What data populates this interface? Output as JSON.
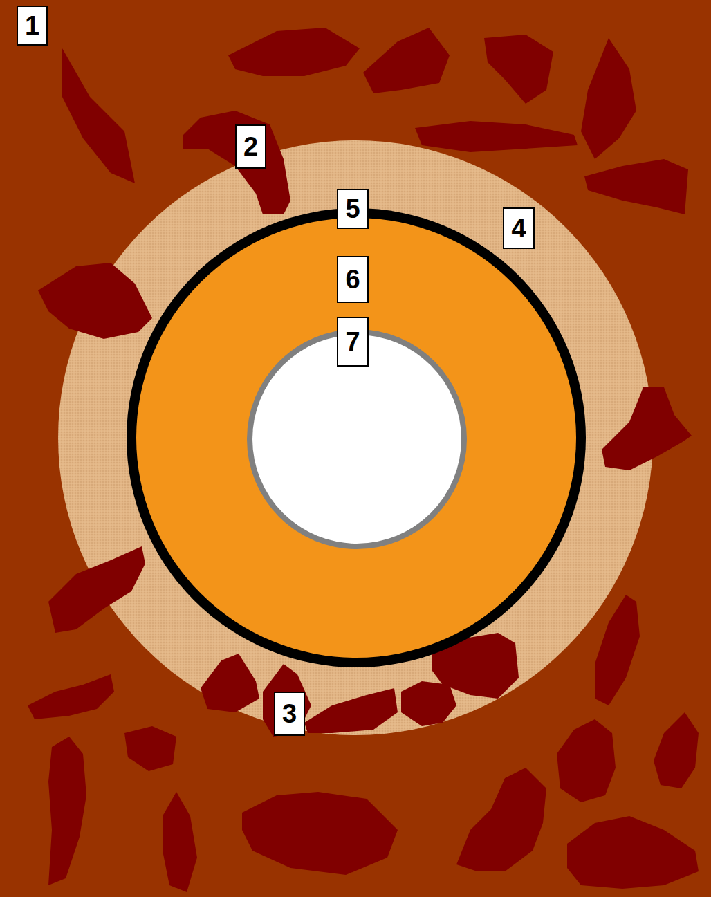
{
  "diagram": {
    "labels": [
      "1",
      "2",
      "5",
      "4",
      "6",
      "7",
      "3"
    ]
  }
}
